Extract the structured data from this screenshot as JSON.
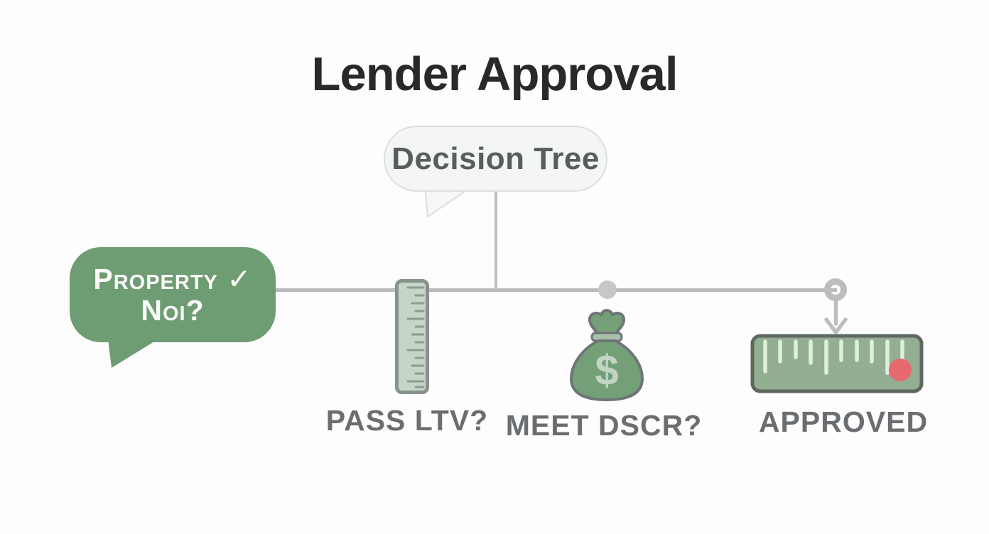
{
  "title": "Lender Approval",
  "decision_bubble": {
    "label": "Decision Tree"
  },
  "property_bubble": {
    "line1": "Property ✓",
    "line2": "Noi?"
  },
  "branches": [
    {
      "icon": "vertical-ruler-icon",
      "label": "PASS LTV?"
    },
    {
      "icon": "money-bag-icon",
      "label": "MEET DSCR?",
      "symbol": "$"
    },
    {
      "icon": "approved-ruler-icon",
      "label": "APPROVED"
    }
  ],
  "colors": {
    "title_color": "#27292b",
    "bubble_green": "#6f9d73",
    "decision_bubble_bg": "#f4f6f4",
    "decision_bubble_border": "#dcdfdc",
    "decision_text": "#595d60",
    "connector_gray": "#bcbebe",
    "label_gray": "#6b6e71",
    "ruler_light_green": "#c6d6c6",
    "money_bag_green": "#74a077",
    "approved_ruler_green": "#93ae93",
    "red_dot": "#e6696f"
  }
}
